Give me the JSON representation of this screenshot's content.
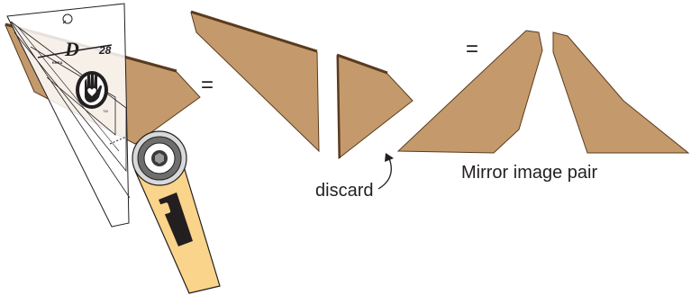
{
  "ruler": {
    "brand_letter": "D",
    "angle_number": "28",
    "small_text": "ERRA",
    "tm_mark": "TM"
  },
  "equals_signs": [
    "=",
    "="
  ],
  "labels": {
    "discard": "discard",
    "mirror_pair": "Mirror image pair"
  },
  "colors": {
    "fabric_fill": "#c49a6c",
    "fabric_edge": "#5a3b1e",
    "outline": "#231f20",
    "cutter_handle": "#f9d48a",
    "cutter_slot": "#231f20",
    "blade": "#d9d9d9",
    "hub": "#3a3a3a"
  },
  "icons": [
    "ruler-icon",
    "hand-heart-logo-icon",
    "rotary-cutter-icon",
    "curved-arrow-icon"
  ]
}
